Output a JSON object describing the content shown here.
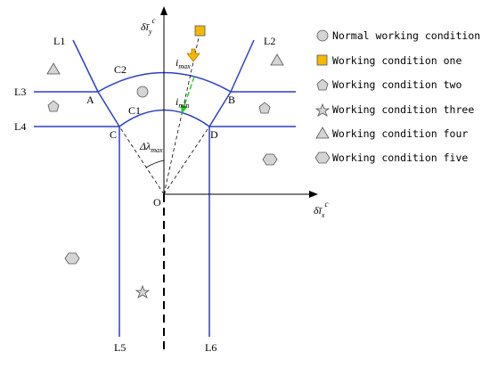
{
  "lines": {
    "L1": "L1",
    "L2": "L2",
    "L3": "L3",
    "L4": "L4",
    "L5": "L5",
    "L6": "L6"
  },
  "points": {
    "A": "A",
    "B": "B",
    "C": "C",
    "D": "D",
    "O": "O"
  },
  "arcs": {
    "C1": "C1",
    "C2": "C2"
  },
  "axes": {
    "y_main": "δ",
    "y_sub": "y",
    "y_sup": "c",
    "x_main": "δ",
    "x_sub": "x",
    "x_sup": "c",
    "bar": "ī"
  },
  "currents": {
    "i_max_main": "i",
    "i_max_sub": "max",
    "i_min_main": "i",
    "i_min_sub": "min"
  },
  "angle": {
    "main": "Δλ",
    "sub": "max"
  },
  "legend": [
    {
      "shape": "circle",
      "label": "Normal working condition",
      "color": "#d4d4d4"
    },
    {
      "shape": "square",
      "label": "Working condition one",
      "color": "#f5b800"
    },
    {
      "shape": "pentagon",
      "label": "Working condition two",
      "color": "#d4d4d4"
    },
    {
      "shape": "star",
      "label": "Working condition three",
      "color": "#d4d4d4"
    },
    {
      "shape": "triangle",
      "label": "Working condition four",
      "color": "#d4d4d4"
    },
    {
      "shape": "hexagon",
      "label": "Working condition five",
      "color": "#d4d4d4"
    }
  ],
  "colors": {
    "boundary": "#2d3ec9",
    "arrow": "#22cc22",
    "fault_arrow": "#f5b800"
  }
}
